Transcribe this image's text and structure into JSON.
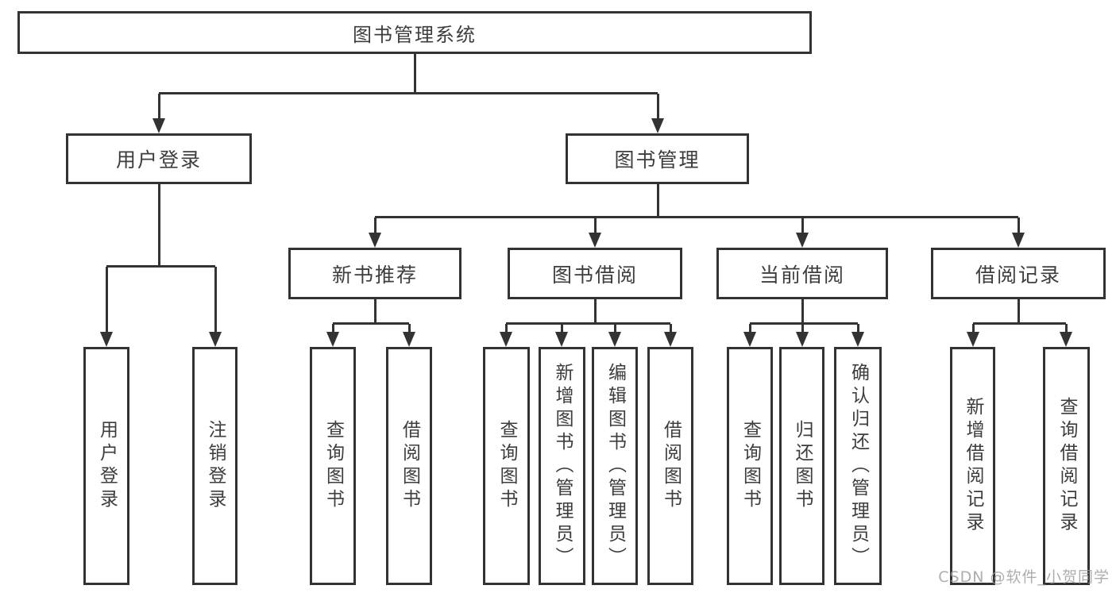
{
  "title": "图书管理系统",
  "root": {
    "label": "图书管理系统"
  },
  "level2": [
    {
      "label": "用户登录",
      "children": [
        {
          "label": "用户登录"
        },
        {
          "label": "注销登录"
        }
      ]
    },
    {
      "label": "图书管理",
      "children": [
        {
          "label": "新书推荐",
          "children": [
            {
              "label": "查询图书"
            },
            {
              "label": "借阅图书"
            }
          ]
        },
        {
          "label": "图书借阅",
          "children": [
            {
              "label": "查询图书"
            },
            {
              "label": "新增图书（管理员）"
            },
            {
              "label": "编辑图书（管理员）"
            },
            {
              "label": "借阅图书"
            }
          ]
        },
        {
          "label": "当前借阅",
          "children": [
            {
              "label": "查询图书"
            },
            {
              "label": "归还图书"
            },
            {
              "label": "确认归还（管理员）"
            }
          ]
        },
        {
          "label": "借阅记录",
          "children": [
            {
              "label": "新增借阅记录"
            },
            {
              "label": "查询借阅记录"
            }
          ]
        }
      ]
    }
  ],
  "watermark": {
    "text": "CSDN @软件_小贺同学"
  },
  "colors": {
    "line": "#333333",
    "text": "#3d3d3d",
    "watermark": "#999999",
    "background": "#ffffff"
  }
}
